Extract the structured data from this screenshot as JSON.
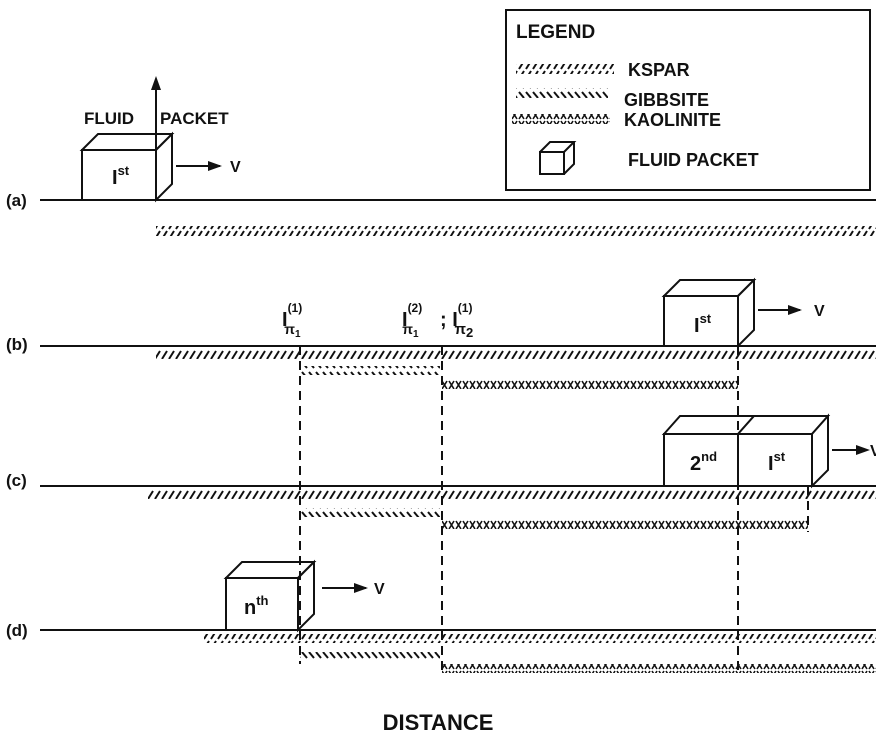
{
  "legend": {
    "title": "LEGEND",
    "items": [
      {
        "pattern": "kspar",
        "label": "KSPAR"
      },
      {
        "pattern": "gibbsite",
        "label": "GIBBSITE"
      },
      {
        "pattern": "kaolinite",
        "label": "KAOLINITE"
      },
      {
        "pattern": "fluid-packet-icon",
        "label": "FLUID PACKET"
      }
    ]
  },
  "panels": {
    "a": {
      "label": "(a)",
      "annotation_left": "FLUID",
      "annotation_right": "PACKET",
      "packet": "I",
      "packet_sup": "st",
      "velocity": "V"
    },
    "b": {
      "label": "(b)",
      "front1_base": "I",
      "front1_sup": "(1)",
      "front1_sub": "π",
      "front1_subsub": "1",
      "front2_base": "I",
      "front2_sup": "(2)",
      "front2_sub": "π",
      "front2_subsub": "1",
      "front2b_base": "; I",
      "front2b_sup": "(1)",
      "front2b_sub": "π",
      "front2b_subsub": "2",
      "packet": "I",
      "packet_sup": "st",
      "velocity": "V"
    },
    "c": {
      "label": "(c)",
      "packet2": "2",
      "packet2_sup": "nd",
      "packet1": "I",
      "packet1_sup": "st",
      "velocity": "V"
    },
    "d": {
      "label": "(d)",
      "packet": "n",
      "packet_sup": "th",
      "velocity": "V"
    }
  },
  "xlabel": "DISTANCE",
  "colors": {
    "ink": "#111111",
    "background": "#ffffff"
  }
}
